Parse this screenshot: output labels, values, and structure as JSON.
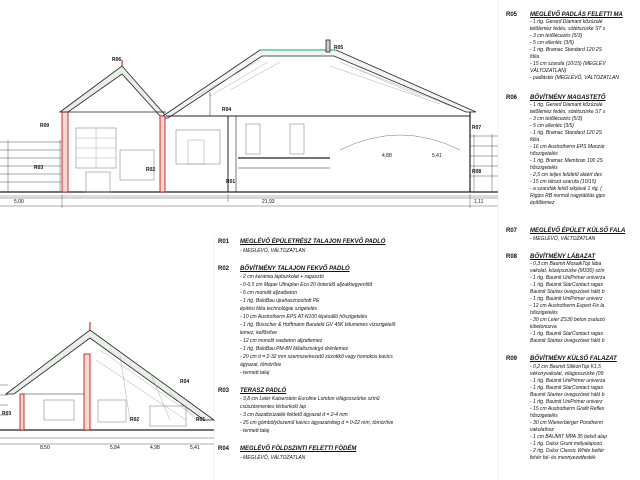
{
  "section_top": {
    "tags": [
      "R06",
      "R05",
      "R04",
      "R09",
      "R03",
      "R02",
      "R01",
      "R07",
      "R08"
    ],
    "dims": [
      "5,00",
      "21,93",
      "4,88",
      "5,41",
      "1,11"
    ]
  },
  "section_bottom": {
    "tags": [
      "R03",
      "R02",
      "R01",
      "R04"
    ],
    "dims": [
      "8,50",
      "5,84",
      "4,98",
      "5,41"
    ]
  },
  "spec_left": [
    {
      "code": "R01",
      "title": "MEGLÉVŐ ÉPÜLETRÉSZ TALAJON FEKVŐ PADLÓ",
      "items": [
        "- MEGLÉVŐ, VÁLTOZATLAN"
      ]
    },
    {
      "code": "R02",
      "title": "BŐVÍTMÉNY TALAJON FEKVŐ PADLÓ",
      "items": [
        "- 2 cm kerámia lapburkolat + ragasztó",
        "- 0-0,5 cm Mapei Ultraplan Eco 20 önterülő aljzatkiegyenlítő",
        "- 6 cm monolit aljzatbeton",
        "- 1 rtg. BaloBau újrahasznosított PE",
        "  építési fólia technológiai szigetelés",
        "- 10 cm Austrotherm EPS AT-N100 lépésálló hőszigetelés",
        "- 1 rtg. Büsscher & Hoffmann Barutekt GV 45K bitumenes vízszigetelő",
        "  lemez, kellősítve",
        "- 12 cm monolit vasbeton aljzatlemez",
        "- 1 rtg. BaloBau PM-8N fólialtszivárgó drénlemez",
        "- 20 cm d = 2-32 mm szemszerkezetű zúzottkő vagy homokos kavics",
        "  ágyazat, tömörítve",
        "- termett talaj"
      ]
    },
    {
      "code": "R03",
      "title": "TERASZ PADLÓ",
      "items": [
        "- 3,8 cm Leier Kaiserstein Euroline London világosszürke színű",
        "  csúszásmentes térburkoló lap",
        "- 3 cm bazaltzúzalék fektető ágyazat d = 2-4 mm",
        "- 25 cm gömbölyűszemű kavics ágyazatréteg d = 0-22 mm, tömörítve",
        "- termett talaj"
      ]
    },
    {
      "code": "R04",
      "title": "MEGLÉVŐ FÖLDSZINTI FELETTI FÖDÉM",
      "items": [
        "- MEGLÉVŐ, VÁLTOZATLAN"
      ]
    }
  ],
  "spec_right": [
    {
      "code": "R05",
      "title": "MEGLÉVŐ PADLÁS FELETTI MA",
      "items": [
        "- 1 rtg. Gerard Diamant kőzúzalé",
        "tetőlemez fedés, sötétszürke ST s",
        "- 3 cm tetőlécezés (5/3)",
        "- 5 cm ellenléc (3/5)",
        "- 1 rtg. Bramac Standard 120 2S",
        "fólia",
        "- 15 cm szarufa (10/15) (MEGLÉV",
        "VÁLTOZATLAN)",
        "- padlástér (MEGLÉVŐ, VÁLTOZATLAN"
      ]
    },
    {
      "code": "R06",
      "title": "BŐVÍTMÉNY MAGASTETŐ",
      "items": [
        "- 1 rtg. Gerard Diamant kőzúzalé",
        "tetőlemez fedés, sötétszürke ST s",
        "- 3 cm tetőlécezés (5/3)",
        "- 5 cm ellenléc (3/5)",
        "- 1 rtg. Bramac Standard 120 2S",
        "fólia",
        "- 16 cm Austrotherm EPS Manzár",
        "hőszigetelés",
        "- 1 rtg. Bramac Membran 100 2S",
        "hőszigetelés",
        "- 2,5 cm teljes felületű aláért des",
        "- 15 cm látszó szarufa (10/15)",
        "- a szarufák felső síkjával 1 rtg. (",
        "Rigips RB normál nagytáblás gips",
        "építőlemez"
      ]
    },
    {
      "code": "R07",
      "title": "MEGLÉVŐ ÉPÜLET KÜLSŐ FALA",
      "items": [
        "- MEGLÉVŐ, VÁLTOZATLAN"
      ]
    },
    {
      "code": "R08",
      "title": "BŐVÍTMÉNY LÁBAZAT",
      "items": [
        "- 0,3 cm Baumit MosaikTop lába",
        "vakolat, középszürke (M330) szín",
        "- 1 rtg. Baumit UniPrimer univerza",
        "- 1 rtg. Baumit StarContact ragas",
        "Baumit Startex üvegszövet háló b",
        "- 1 rtg. Baumit UniPrimer univerz",
        "- 12 cm Austrotherm Expert Fix la",
        "hőszigetelés",
        "- 30 cm Leier ZS30 beton zsaluzó",
        "kibetonozva",
        "- 1 rtg. Baumit StarContact ragas",
        "Baumit Startex üvegszövet háló b"
      ]
    },
    {
      "code": "R09",
      "title": "BŐVÍTMÉNY KÜLSŐ FALAZAT",
      "items": [
        "- 0,2 cm Baumit SilikonTop K1,5",
        "vékonyvakolat, világosszürke (09",
        "- 1 rtg. Baumit UniPrimer univerza",
        "- 1 rtg. Baumit StarContact ragas",
        "Baumit Startex üvegszövet háló b",
        "- 1 rtg. Baumit UniPrimer univerz",
        "- 15 cm Austrotherm Grafit Reflex",
        "hőszigetelés",
        "- 30 cm Wienerberger Porotherm",
        "vakolathoz",
        "- 1 cm BAUMIT MPA 35 belső alap",
        "- 1 rtg. Dulux Grunt mélyalapozó",
        "- 2 rtg. Dulux Classic White beltér",
        "fehér fal- és mennyezetfesték"
      ]
    }
  ]
}
